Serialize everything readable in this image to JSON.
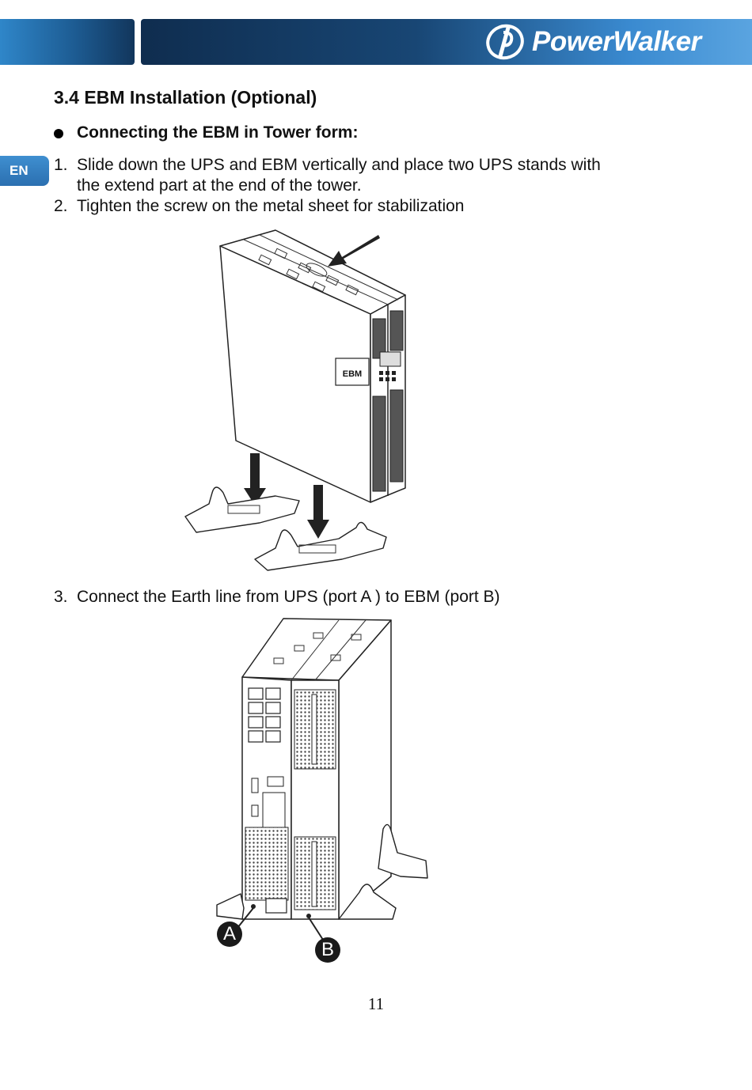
{
  "header": {
    "brand": "PowerWalker",
    "colors": {
      "banner_dark": "#12365c",
      "banner_light": "#5aa4e0",
      "tab_blue": "#2b6fb0"
    }
  },
  "language_tab": "EN",
  "section": {
    "title": "3.4 EBM Installation (Optional)",
    "bullet": "Connecting the EBM in Tower form:"
  },
  "steps": [
    {
      "num": "1.",
      "lines": [
        "Slide down the UPS and EBM vertically and place two UPS stands with",
        "the extend part at the end of the tower."
      ]
    },
    {
      "num": "2.",
      "lines": [
        "Tighten the screw on the metal sheet for stabilization"
      ]
    },
    {
      "num": "3.",
      "lines": [
        "Connect the Earth line from UPS (port A ) to EBM (port B)"
      ]
    }
  ],
  "figure1": {
    "ebm_label": "EBM"
  },
  "figure2": {
    "callout_a": "A",
    "callout_b": "B"
  },
  "page_number": "11"
}
